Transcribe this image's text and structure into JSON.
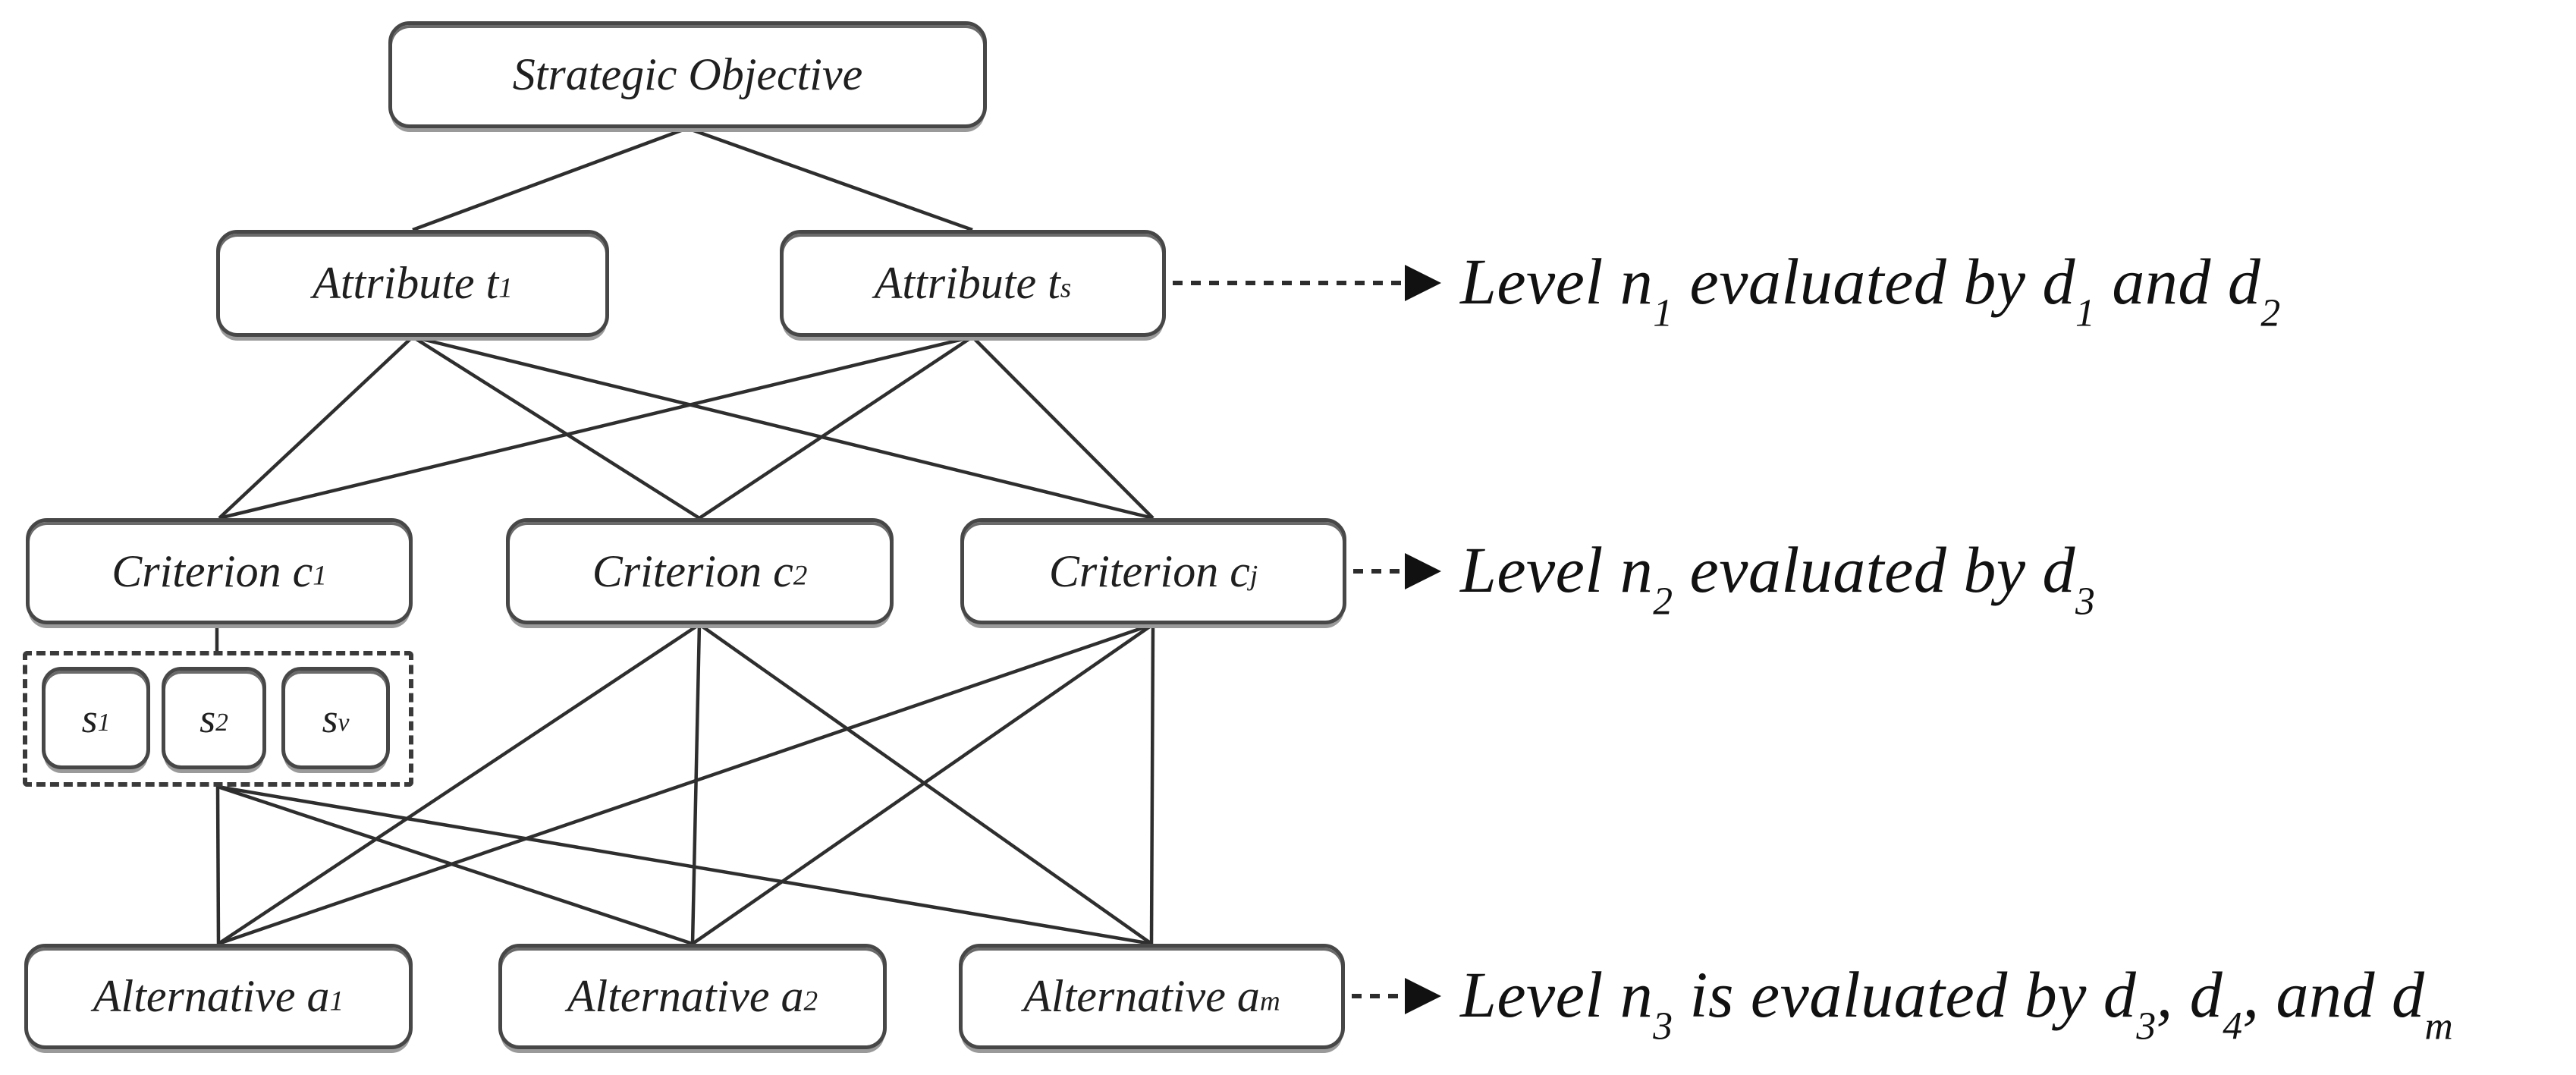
{
  "diagram": {
    "title": "Multi-level decision hierarchy",
    "nodes": {
      "strategic_objective": {
        "segments": [
          {
            "text": "Strategic Objective"
          }
        ]
      },
      "attribute_t1": {
        "segments": [
          {
            "text": "Attribute t"
          },
          {
            "sub": "1"
          }
        ]
      },
      "attribute_ts": {
        "segments": [
          {
            "text": "Attribute t"
          },
          {
            "sub": "s"
          }
        ]
      },
      "criterion_c1": {
        "segments": [
          {
            "text": "Criterion c"
          },
          {
            "sub": "1"
          }
        ]
      },
      "criterion_c2": {
        "segments": [
          {
            "text": "Criterion c"
          },
          {
            "sub": "2"
          }
        ]
      },
      "criterion_cj": {
        "segments": [
          {
            "text": "Criterion c"
          },
          {
            "sub": "j"
          }
        ]
      },
      "sub_s1": {
        "segments": [
          {
            "text": "s"
          },
          {
            "sub": "1"
          }
        ]
      },
      "sub_s2": {
        "segments": [
          {
            "text": "s"
          },
          {
            "sub": "2"
          }
        ]
      },
      "sub_sv": {
        "segments": [
          {
            "text": "s"
          },
          {
            "sub": "v"
          }
        ]
      },
      "alternative_a1": {
        "segments": [
          {
            "text": "Alternative a"
          },
          {
            "sub": "1"
          }
        ]
      },
      "alternative_a2": {
        "segments": [
          {
            "text": "Alternative a"
          },
          {
            "sub": "2"
          }
        ]
      },
      "alternative_am": {
        "segments": [
          {
            "text": "Alternative a"
          },
          {
            "sub": "m"
          }
        ]
      }
    },
    "edges": [
      {
        "from": "strategic-objective",
        "to": "attribute-t1"
      },
      {
        "from": "strategic-objective",
        "to": "attribute-ts"
      },
      {
        "from": "attribute-t1",
        "to": "criterion-c1"
      },
      {
        "from": "attribute-t1",
        "to": "criterion-c2"
      },
      {
        "from": "attribute-t1",
        "to": "criterion-cj"
      },
      {
        "from": "attribute-ts",
        "to": "criterion-c1"
      },
      {
        "from": "attribute-ts",
        "to": "criterion-c2"
      },
      {
        "from": "attribute-ts",
        "to": "criterion-cj"
      },
      {
        "from": "criterion-c1",
        "to": "subcriteria-group"
      },
      {
        "from": "subcriteria-group",
        "to": "alternative-a1"
      },
      {
        "from": "subcriteria-group",
        "to": "alternative-a2"
      },
      {
        "from": "subcriteria-group",
        "to": "alternative-am"
      },
      {
        "from": "criterion-c2",
        "to": "alternative-a1"
      },
      {
        "from": "criterion-c2",
        "to": "alternative-a2"
      },
      {
        "from": "criterion-c2",
        "to": "alternative-am"
      },
      {
        "from": "criterion-cj",
        "to": "alternative-a1"
      },
      {
        "from": "criterion-cj",
        "to": "alternative-a2"
      },
      {
        "from": "criterion-cj",
        "to": "alternative-am"
      }
    ],
    "annotations": [
      {
        "id": "level-n1",
        "segments": [
          {
            "text": "Level n"
          },
          {
            "sub": "1"
          },
          {
            "text": " evaluated by d"
          },
          {
            "sub": "1"
          },
          {
            "text": " and d"
          },
          {
            "sub": "2"
          }
        ]
      },
      {
        "id": "level-n2",
        "segments": [
          {
            "text": "Level n"
          },
          {
            "sub": "2"
          },
          {
            "text": " evaluated by d"
          },
          {
            "sub": "3"
          }
        ]
      },
      {
        "id": "level-n3",
        "segments": [
          {
            "text": "Level n"
          },
          {
            "sub": "3"
          },
          {
            "text": " is evaluated by d"
          },
          {
            "sub": "3"
          },
          {
            "text": ", d"
          },
          {
            "sub": "4"
          },
          {
            "text": ", and d"
          },
          {
            "sub": "m"
          }
        ]
      }
    ],
    "colors": {
      "line": "#2e2e2e",
      "box_border": "#474747",
      "box_shadow": "#9a9a9a",
      "text": "#1f1f1f",
      "background": "#ffffff"
    }
  }
}
